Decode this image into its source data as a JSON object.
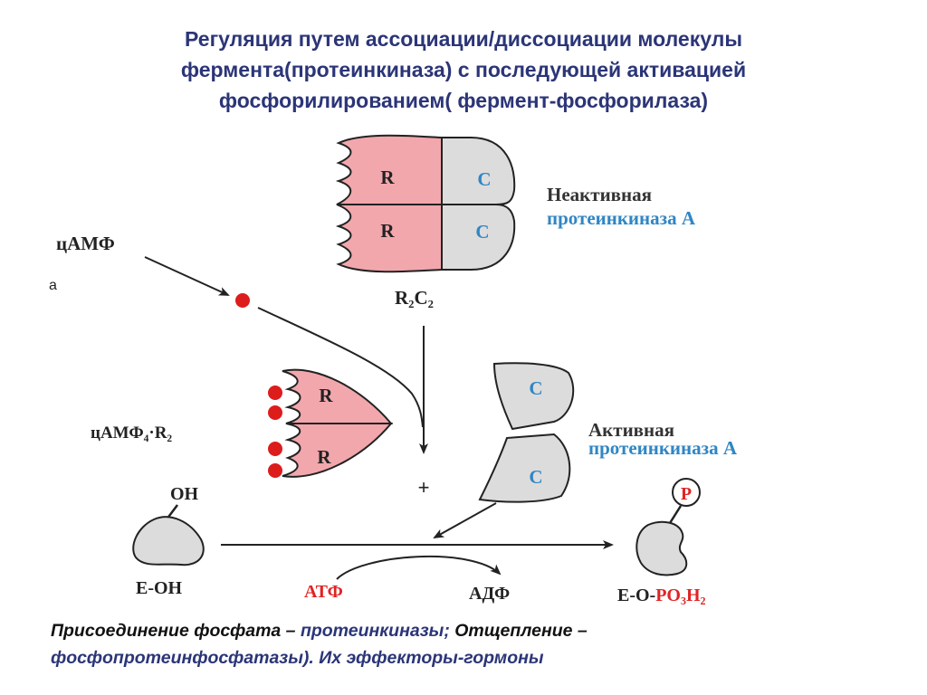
{
  "title": {
    "line1": "Регуляция путем ассоциации/диссоциации молекулы",
    "line2": "фермента(протеинкиназа) с последующей активацией",
    "line3": "фосфорилированием( фермент-фосфорилаза)"
  },
  "diagram": {
    "inactive_label_line1": "Неактивная",
    "inactive_label_line2": "протеинкиназа А",
    "active_label_line1": "Активная",
    "active_label_line2": "протеинкиназа А",
    "camp": "цАМФ",
    "complex_r2c2": "R₂C₂",
    "camp4_r2": "цАМФ₄·R₂",
    "r": "R",
    "c": "C",
    "plus": "+",
    "oh": "OH",
    "e_oh": "E-OH",
    "atp": "АТФ",
    "adp": "АДФ",
    "p": "P",
    "e_o": "E-O-",
    "po3h2": "PO₃H₂",
    "stray_mark": "a"
  },
  "caption": {
    "part1": "Присоединение фосфата – ",
    "part2": "протеинкиназы;",
    "part3": "  Отщепление – ",
    "part4": "фосфопротеинфосфатазы",
    "part5": "). Их эффекторы-гормоны"
  },
  "colors": {
    "title": "#2b3577",
    "regulatory_fill": "#f2a7ad",
    "catalytic_fill": "#dcdcdc",
    "camp_dot": "#dd1c1c",
    "label_blue": "#2f86c4",
    "label_red": "#e02424"
  }
}
